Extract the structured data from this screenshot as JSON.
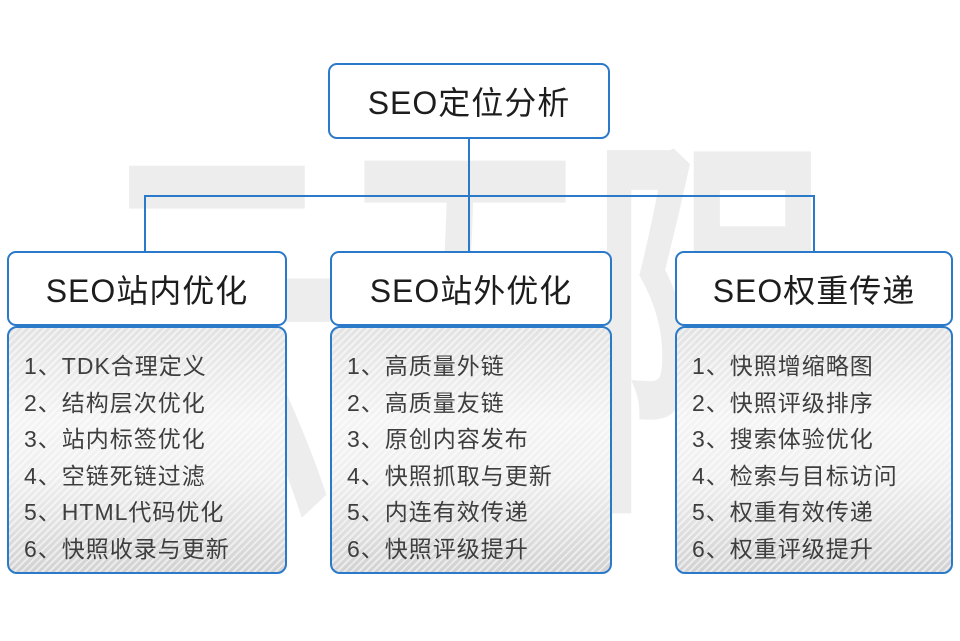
{
  "diagram": {
    "root": {
      "title": "SEO定位分析"
    },
    "watermark": {
      "text": "云无限"
    },
    "colors": {
      "accent": "#2b7ac9",
      "panel_top": "#e2e2e2",
      "panel_bottom": "#d2d2d2",
      "text": "#3e3e3e"
    },
    "columns": [
      {
        "title": "SEO站内优化",
        "items": [
          "1、TDK合理定义",
          "2、结构层次优化",
          "3、站内标签优化",
          "4、空链死链过滤",
          "5、HTML代码优化",
          "6、快照收录与更新"
        ]
      },
      {
        "title": "SEO站外优化",
        "items": [
          "1、高质量外链",
          "2、高质量友链",
          "3、原创内容发布",
          "4、快照抓取与更新",
          "5、内连有效传递",
          "6、快照评级提升"
        ]
      },
      {
        "title": "SEO权重传递",
        "items": [
          "1、快照增缩略图",
          "2、快照评级排序",
          "3、搜索体验优化",
          "4、检索与目标访问",
          "5、权重有效传递",
          "6、权重评级提升"
        ]
      }
    ]
  }
}
